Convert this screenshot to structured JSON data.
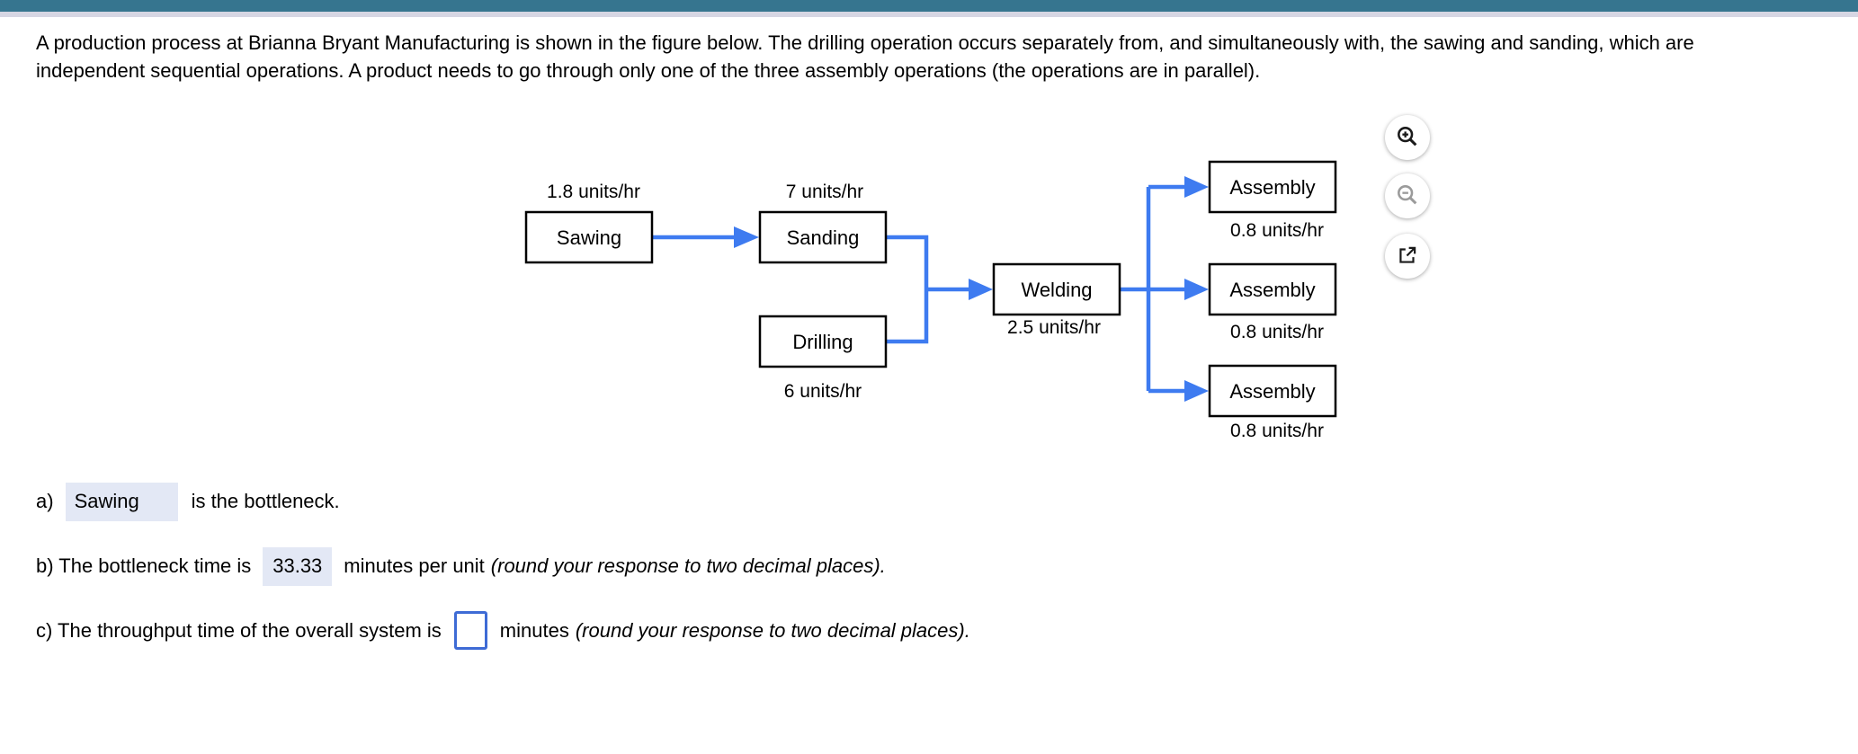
{
  "colors": {
    "header_bar": "#36758F",
    "header_divider": "#D6D6E3",
    "arrow": "#3E7BF0",
    "box_border": "#000000",
    "answer_highlight": "#E3E8F5",
    "input_border": "#3E6BD5"
  },
  "problem": {
    "text": "A production process at Brianna Bryant Manufacturing is shown in the figure below. The drilling operation occurs separately from, and simultaneously with, the sawing and sanding, which are independent sequential operations. A product needs to go through only one of the three assembly operations (the operations are in parallel)."
  },
  "diagram": {
    "nodes": [
      {
        "id": "sawing",
        "label": "Sawing",
        "rate": "1.8 units/hr",
        "rate_position": "above"
      },
      {
        "id": "sanding",
        "label": "Sanding",
        "rate": "7 units/hr",
        "rate_position": "above"
      },
      {
        "id": "drilling",
        "label": "Drilling",
        "rate": "6 units/hr",
        "rate_position": "below"
      },
      {
        "id": "welding",
        "label": "Welding",
        "rate": "2.5 units/hr",
        "rate_position": "below"
      },
      {
        "id": "assembly-top",
        "label": "Assembly",
        "rate": "0.8 units/hr",
        "rate_position": "below"
      },
      {
        "id": "assembly-middle",
        "label": "Assembly",
        "rate": "0.8 units/hr",
        "rate_position": "below"
      },
      {
        "id": "assembly-bottom",
        "label": "Assembly",
        "rate": "0.8 units/hr",
        "rate_position": "below"
      }
    ],
    "edges": [
      {
        "from": "sawing",
        "to": "sanding"
      },
      {
        "from": "sanding",
        "to": "welding"
      },
      {
        "from": "drilling",
        "to": "welding"
      },
      {
        "from": "welding",
        "to": "assembly-top"
      },
      {
        "from": "welding",
        "to": "assembly-middle"
      },
      {
        "from": "welding",
        "to": "assembly-bottom"
      }
    ]
  },
  "figure_toolbar": {
    "zoom_in_icon": "magnifier-plus",
    "zoom_out_icon": "magnifier-minus",
    "open_icon": "open-in-new-window"
  },
  "questions": {
    "a": {
      "lead": "a)",
      "answer": "Sawing",
      "suffix": "is the bottleneck."
    },
    "b": {
      "lead": "b) The bottleneck time is",
      "answer": "33.33",
      "after": "minutes per unit",
      "note": "(round your response to two decimal places)."
    },
    "c": {
      "lead": "c) The throughput time of the overall system is",
      "value": "",
      "after": "minutes",
      "note": "(round your response to two decimal places)."
    }
  }
}
